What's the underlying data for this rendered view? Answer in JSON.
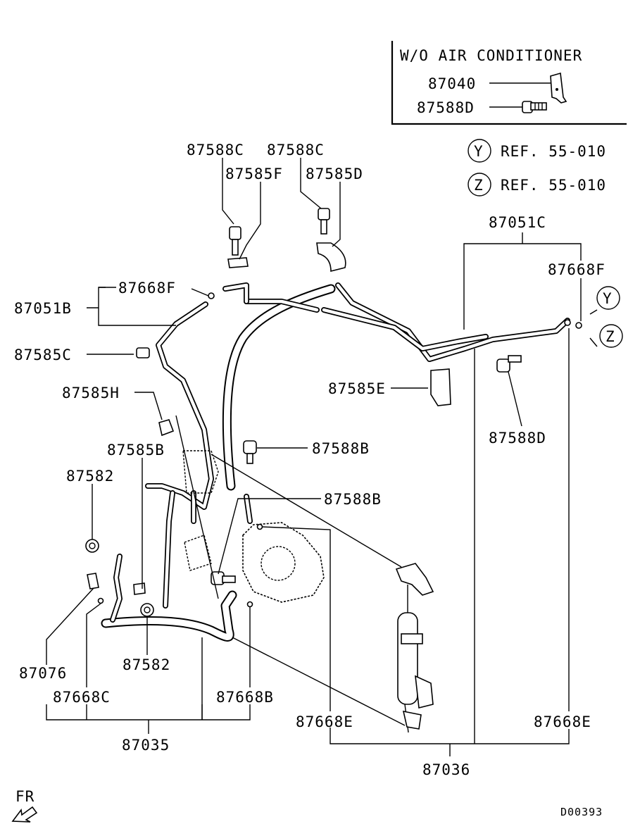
{
  "inset": {
    "title": "W/O AIR CONDITIONER",
    "parts": [
      "87040",
      "87588D"
    ]
  },
  "references": [
    {
      "letter": "Y",
      "text": "REF. 55-010"
    },
    {
      "letter": "Z",
      "text": "REF. 55-010"
    }
  ],
  "callouts": {
    "p87588c_left": "87588C",
    "p87588c_right": "87588C",
    "p87585f": "87585F",
    "p87585d": "87585D",
    "p87051c": "87051C",
    "p87668f_right": "87668F",
    "p87668f_left": "87668F",
    "p87051b": "87051B",
    "p87585c": "87585C",
    "p87585e": "87585E",
    "p87588d": "87588D",
    "p87585h": "87585H",
    "p87588b_upper": "87588B",
    "p87585b": "87585B",
    "p87582_upper": "87582",
    "p87588b_lower": "87588B",
    "p87582_lower": "87582",
    "p87076": "87076",
    "p87668c": "87668C",
    "p87668b": "87668B",
    "p87668e_left": "87668E",
    "p87668e_right": "87668E",
    "p87035": "87035",
    "p87036": "87036"
  },
  "markers": {
    "y": "Y",
    "z": "Z"
  },
  "orientation": "FR",
  "diagram_code": "D00393"
}
